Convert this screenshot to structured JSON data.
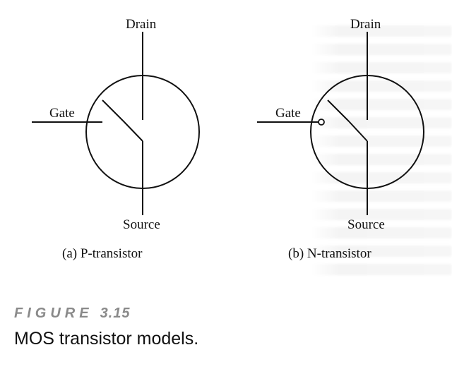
{
  "figure": {
    "label_word": "FIGURE",
    "label_number": "3.15",
    "title": "MOS transistor models."
  },
  "transistors": [
    {
      "id": "p",
      "caption": "(a) P-transistor",
      "drain": "Drain",
      "gate": "Gate",
      "source": "Source",
      "gate_bubble": false
    },
    {
      "id": "n",
      "caption": "(b) N-transistor",
      "drain": "Drain",
      "gate": "Gate",
      "source": "Source",
      "gate_bubble": true
    }
  ],
  "colors": {
    "ink": "#111111",
    "label_gray": "#8a8a8a"
  }
}
